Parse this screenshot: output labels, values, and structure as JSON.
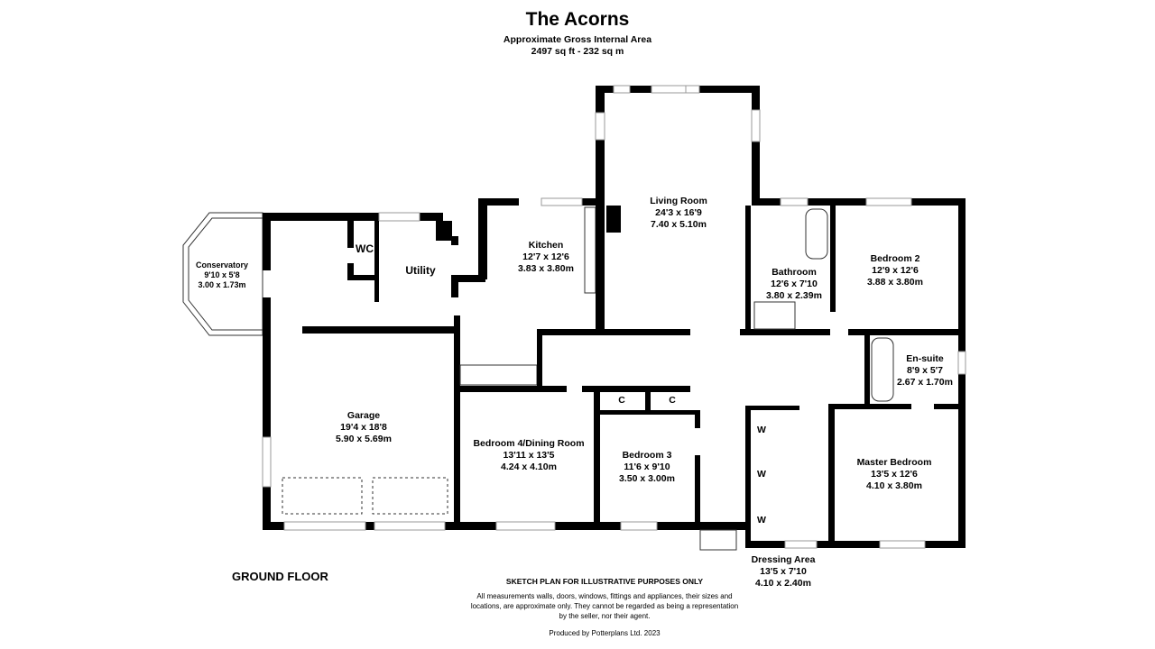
{
  "header": {
    "title": "The Acorns",
    "subtitle": "Approximate Gross Internal Area",
    "area": "2497 sq ft - 232 sq m"
  },
  "rooms": [
    {
      "name": "Living Room",
      "imperial": "24'3 x 16'9",
      "metric": "7.40 x 5.10m"
    },
    {
      "name": "Kitchen",
      "imperial": "12'7 x 12'6",
      "metric": "3.83 x 3.80m"
    },
    {
      "name": "Bathroom",
      "imperial": "12'6 x 7'10",
      "metric": "3.80 x 2.39m"
    },
    {
      "name": "Bedroom 2",
      "imperial": "12'9 x 12'6",
      "metric": "3.88 x 3.80m"
    },
    {
      "name": "Conservatory",
      "imperial": "9'10 x 5'8",
      "metric": "3.00 x 1.73m"
    },
    {
      "name": "En-suite",
      "imperial": "8'9 x 5'7",
      "metric": "2.67 x 1.70m"
    },
    {
      "name": "Garage",
      "imperial": "19'4 x 18'8",
      "metric": "5.90 x 5.69m"
    },
    {
      "name": "Bedroom 4/Dining Room",
      "imperial": "13'11 x 13'5",
      "metric": "4.24 x 4.10m"
    },
    {
      "name": "Bedroom 3",
      "imperial": "11'6 x 9'10",
      "metric": "3.50 x 3.00m"
    },
    {
      "name": "Master Bedroom",
      "imperial": "13'5 x 12'6",
      "metric": "4.10 x 3.80m"
    },
    {
      "name": "Dressing Area",
      "imperial": "13'5 x 7'10",
      "metric": "4.10 x 2.40m"
    }
  ],
  "small_labels": {
    "wc": "WC",
    "utility": "Utility",
    "cupboard": "C",
    "wardrobe": "W"
  },
  "footer": {
    "floor": "GROUND FLOOR",
    "disclaimer_heading": "SKETCH PLAN FOR ILLUSTRATIVE PURPOSES ONLY",
    "disclaimer": "All measurements walls, doors, windows, fittings and appliances, their sizes and locations, are approximate only. They cannot be regarded as being a representation by the seller, nor their agent.",
    "producer": "Produced by Potterplans Ltd. 2023"
  }
}
